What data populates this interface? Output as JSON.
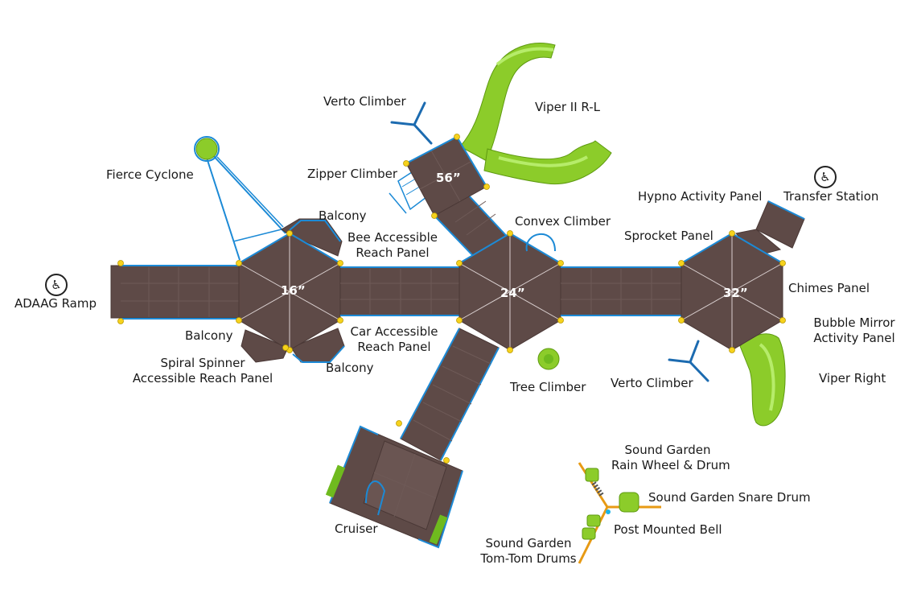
{
  "decks": {
    "d16": "16”",
    "d24": "24”",
    "d32": "32”",
    "d56": "56”"
  },
  "labels": {
    "ada_ramp": "ADAAG Ramp",
    "fierce_cyclone": "Fierce Cyclone",
    "verto_climber_top": "Verto Climber",
    "zipper_climber": "Zipper Climber",
    "viper_ii": "Viper II R-L",
    "balcony_top": "Balcony",
    "bee_panel": "Bee Accessible\nReach Panel",
    "convex_climber": "Convex Climber",
    "hypno_panel": "Hypno Activity Panel",
    "transfer_station": "Transfer Station",
    "sprocket_panel": "Sprocket Panel",
    "chimes_panel": "Chimes Panel",
    "bubble_mirror": "Bubble Mirror\nActivity Panel",
    "balcony_left": "Balcony",
    "car_panel": "Car Accessible\nReach Panel",
    "spiral_spinner": "Spiral Spinner\nAccessible Reach Panel",
    "balcony_bottom": "Balcony",
    "tree_climber": "Tree Climber",
    "verto_climber_right": "Verto Climber",
    "viper_right": "Viper Right",
    "cruiser": "Cruiser",
    "rain_wheel": "Sound Garden\nRain Wheel & Drum",
    "snare_drum": "Sound Garden Snare Drum",
    "post_bell": "Post Mounted Bell",
    "tomtom": "Sound Garden\nTom-Tom Drums"
  },
  "icons": {
    "ada_ramp": "wheelchair-accessible-icon",
    "transfer_station": "wheelchair-accessible-icon"
  },
  "colors": {
    "deck": "#5e4a47",
    "rail": "#1c8ad6",
    "slide": "#8ccc2a",
    "post_cap": "#f6d21c"
  }
}
